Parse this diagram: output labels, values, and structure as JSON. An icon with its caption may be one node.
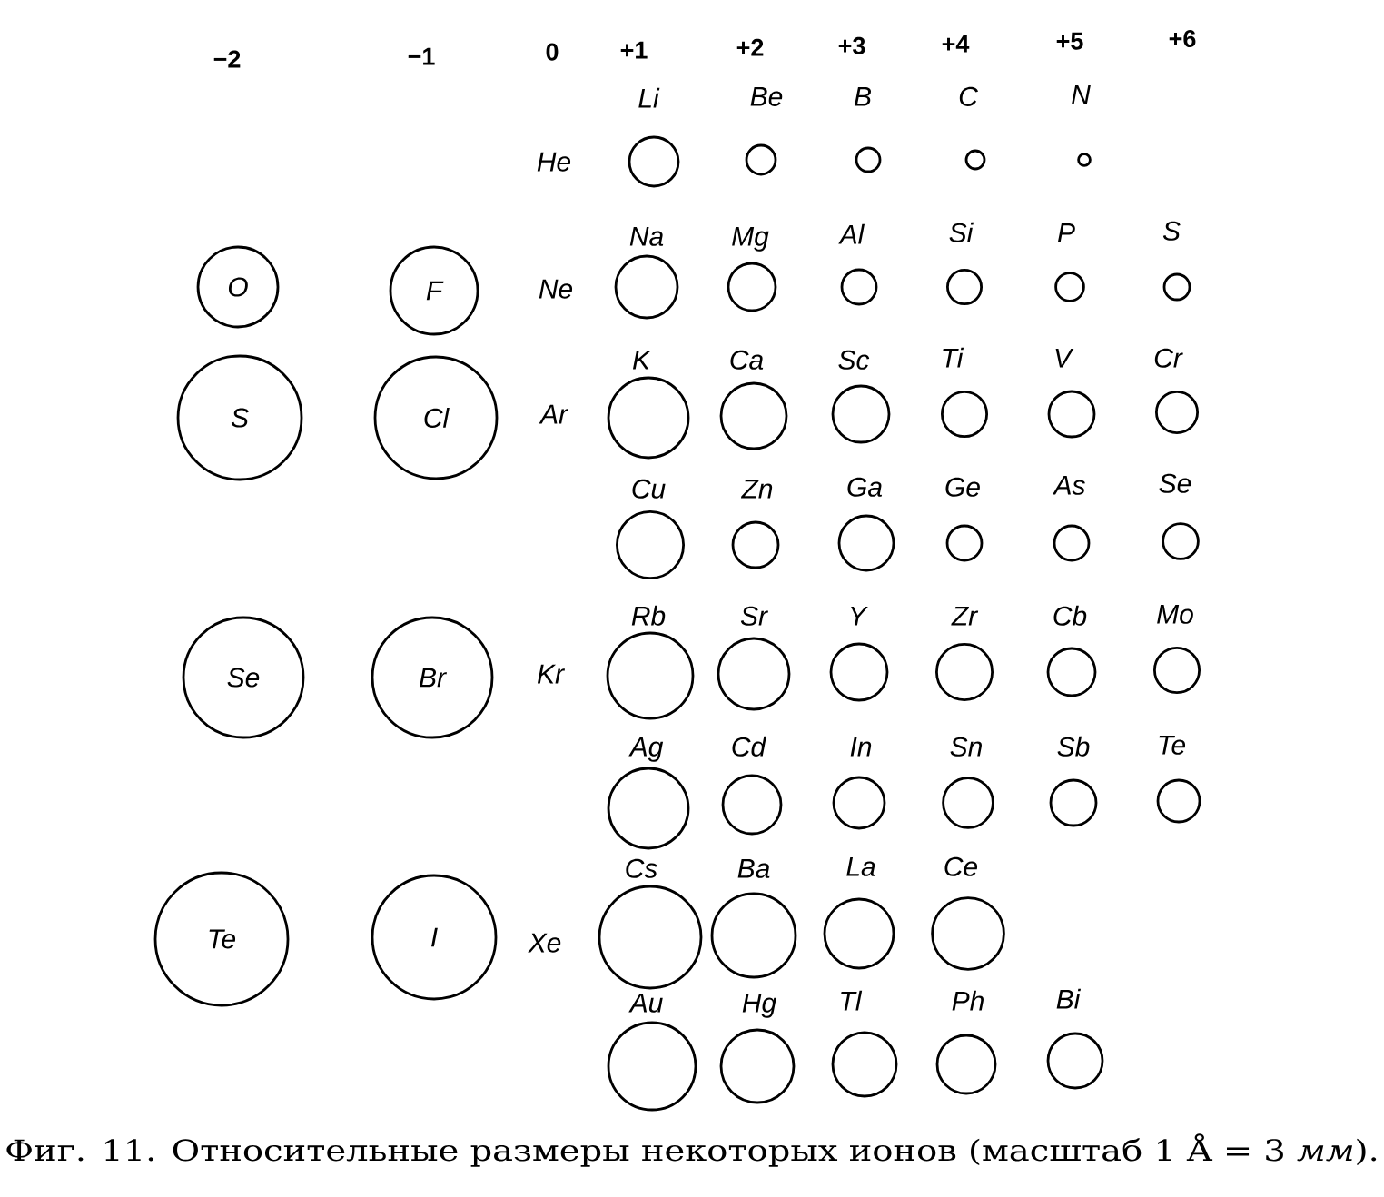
{
  "diagram": {
    "caption": "Фиг. 11. Относительные размеры некоторых ионов (масштаб 1 Å = 3 *мм*).",
    "nodes": [
      {
        "text": [
          "Li"
        ]
      },
      {
        "text": [
          "Be"
        ]
      },
      {
        "text": [
          "B"
        ]
      },
      {
        "text": [
          "C"
        ]
      },
      {
        "text": [
          "N"
        ]
      },
      {
        "text": [
          "O"
        ]
      },
      {
        "text": [
          "F"
        ]
      },
      {
        "text": [
          "Na"
        ]
      },
      {
        "text": [
          "Mg"
        ]
      },
      {
        "text": [
          "Al"
        ]
      },
      {
        "text": [
          "Si"
        ]
      },
      {
        "text": [
          "P"
        ]
      },
      {
        "text": [
          "S"
        ]
      },
      {
        "text": [
          "S"
        ]
      },
      {
        "text": [
          "Cl"
        ]
      },
      {
        "text": [
          "K"
        ]
      },
      {
        "text": [
          "Ca"
        ]
      },
      {
        "text": [
          "Sc"
        ]
      },
      {
        "text": [
          "Ti"
        ]
      },
      {
        "text": [
          "V"
        ]
      },
      {
        "text": [
          "Cr"
        ]
      },
      {
        "text": [
          "Cu"
        ]
      },
      {
        "text": [
          "Zn"
        ]
      },
      {
        "text": [
          "Ga"
        ]
      },
      {
        "text": [
          "Ge"
        ]
      },
      {
        "text": [
          "As"
        ]
      },
      {
        "text": [
          "Se"
        ]
      },
      {
        "text": [
          "Se"
        ]
      },
      {
        "text": [
          "Br"
        ]
      },
      {
        "text": [
          "Rb"
        ]
      },
      {
        "text": [
          "Sr"
        ]
      },
      {
        "text": [
          "Y"
        ]
      },
      {
        "text": [
          "Zr"
        ]
      },
      {
        "text": [
          "Cb"
        ]
      },
      {
        "text": [
          "Mo"
        ]
      },
      {
        "text": [
          "Ag"
        ]
      },
      {
        "text": [
          "Cd"
        ]
      },
      {
        "text": [
          "In"
        ]
      },
      {
        "text": [
          "Sn"
        ]
      },
      {
        "text": [
          "Sb"
        ]
      },
      {
        "text": [
          "Te"
        ]
      },
      {
        "text": [
          "Te"
        ]
      },
      {
        "text": [
          "I"
        ]
      },
      {
        "text": [
          "Cs"
        ]
      },
      {
        "text": [
          "Ba"
        ]
      },
      {
        "text": [
          "La"
        ]
      },
      {
        "text": [
          "Ce"
        ]
      },
      {
        "text": [
          "Au"
        ]
      },
      {
        "text": [
          "Hg"
        ]
      },
      {
        "text": [
          "Tl"
        ]
      },
      {
        "text": [
          "Ph"
        ]
      },
      {
        "text": [
          "Bi"
        ]
      }
    ],
    "labels": [
      "−2",
      "−1",
      "0",
      "+1",
      "+2",
      "+3",
      "+4",
      "+5",
      "+6",
      "He",
      "Ne",
      "Ar",
      "Kr",
      "Xe"
    ]
  }
}
